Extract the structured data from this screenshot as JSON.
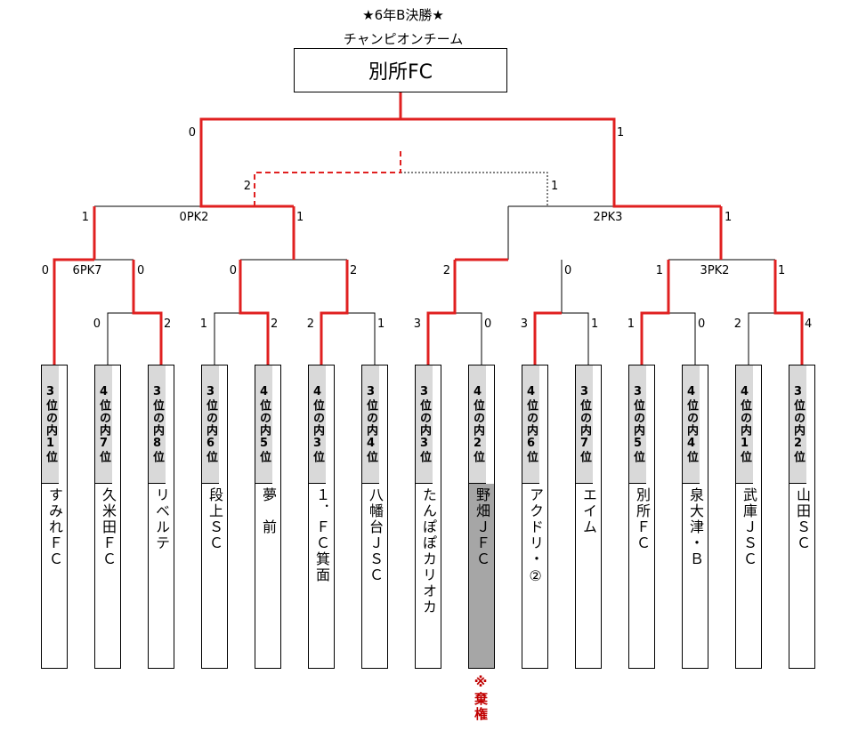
{
  "title_main": "★6年B決勝★",
  "title_sub": "チャンピオンチーム",
  "champion": "別所FC",
  "teams": [
    {
      "seed": "3位の内1位",
      "name": "すみれＦＣ"
    },
    {
      "seed": "4位の内7位",
      "name": "久米田ＦＣ"
    },
    {
      "seed": "3位の内8位",
      "name": "リベルテ"
    },
    {
      "seed": "3位の内6位",
      "name": "段上ＳＣ"
    },
    {
      "seed": "4位の内5位",
      "name": "夢　前"
    },
    {
      "seed": "4位の内3位",
      "name": "１．ＦＣ箕面"
    },
    {
      "seed": "3位の内4位",
      "name": "八幡台ＪＳＣ"
    },
    {
      "seed": "3位の内3位",
      "name": "たんぽぽカリオカ"
    },
    {
      "seed": "4位の内2位",
      "name": "野畑ＪＦＣ"
    },
    {
      "seed": "4位の内6位",
      "name": "アクドリ・②"
    },
    {
      "seed": "3位の内7位",
      "name": "エイム"
    },
    {
      "seed": "3位の内5位",
      "name": "別所ＦＣ"
    },
    {
      "seed": "4位の内4位",
      "name": "泉大津・Ｂ"
    },
    {
      "seed": "4位の内1位",
      "name": "武庫ＪＳＣ"
    },
    {
      "seed": "3位の内2位",
      "name": "山田ＳＣ"
    }
  ],
  "forfeit_note": "※棄権",
  "scores": {
    "r1_m1_left": "0",
    "r1_m1_right": "2",
    "r1_m2_left": "1",
    "r1_m2_right": "2",
    "r1_m3_left": "2",
    "r1_m3_right": "1",
    "r1_m4_left": "3",
    "r1_m4_right": "0",
    "r1_m5_left": "3",
    "r1_m5_right": "1",
    "r1_m6_left": "1",
    "r1_m6_right": "0",
    "r1_m7_left": "2",
    "r1_m7_right": "4",
    "r2_m1_left": "0",
    "r2_m1_pk": "6PK7",
    "r2_m1_right": "0",
    "r2_m2_left": "0",
    "r2_m2_right": "2",
    "r2_m3_left": "2",
    "r2_m3_right": "0",
    "r2_m4_left": "1",
    "r2_m4_pk": "3PK2",
    "r2_m4_right": "1",
    "r3_m1_left": "1",
    "r3_m1_pk": "0PK2",
    "r3_m1_right": "1",
    "r3_m2_pk": "2PK3",
    "r3_m2_right": "1",
    "third_left": "2",
    "third_right": "1",
    "final_left": "0",
    "final_right": "1"
  },
  "colors": {
    "win_line": "#e02020",
    "loss_line": "#000000",
    "seed_bg": "#d9d9d9",
    "forfeit_bg": "#a6a6a6",
    "note_text": "#c00000"
  }
}
